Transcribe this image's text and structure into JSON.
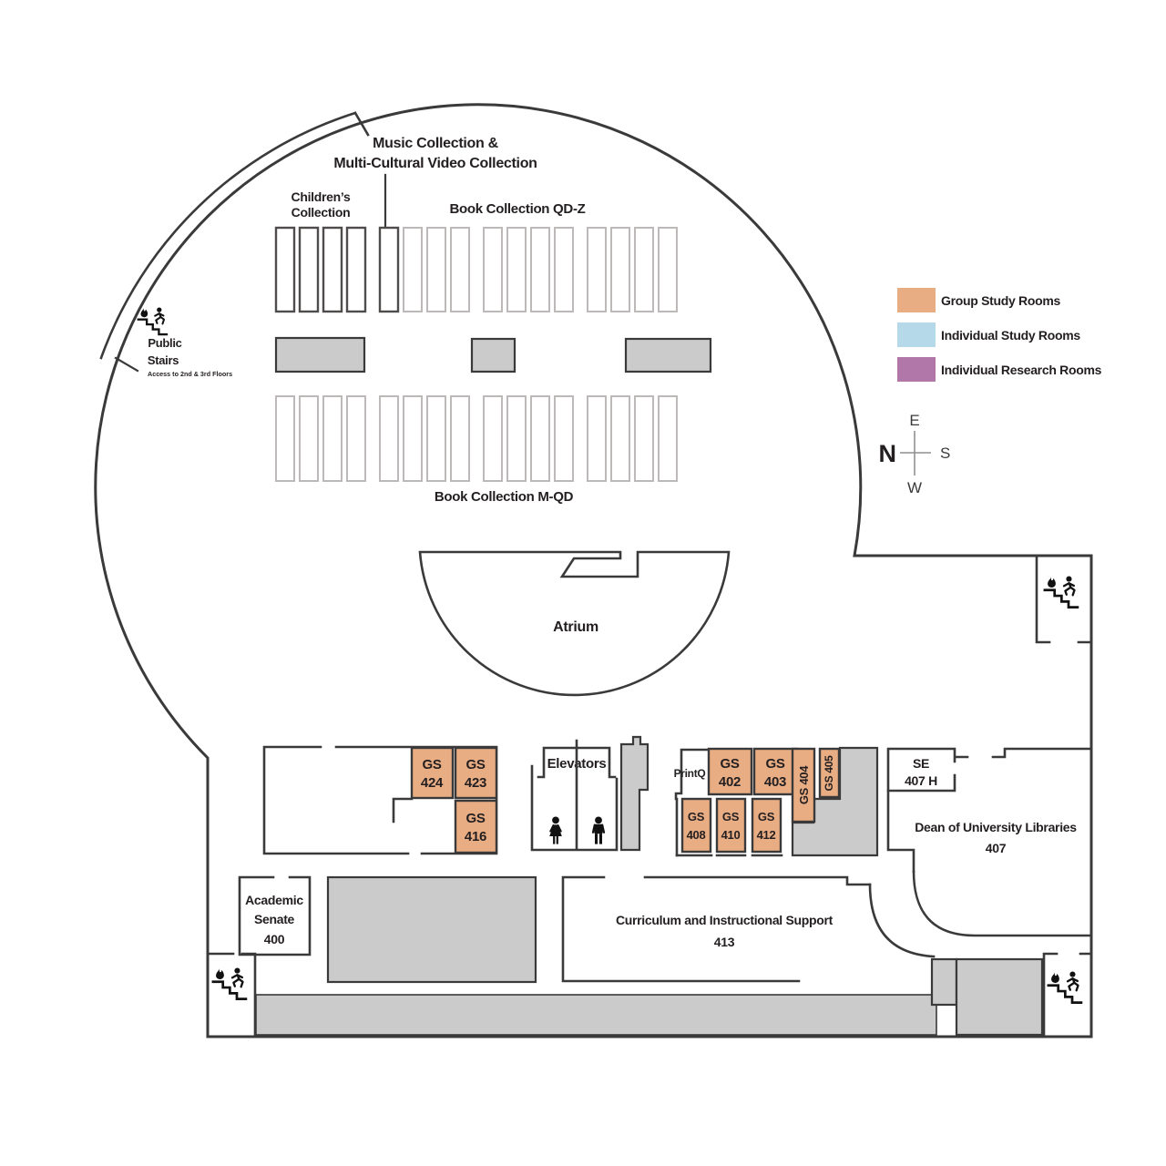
{
  "legend": {
    "items": [
      {
        "label": "Group Study Rooms",
        "color": "#e9ad84"
      },
      {
        "label": "Individual Study Rooms",
        "color": "#b5d9e8"
      },
      {
        "label": "Individual Research Rooms",
        "color": "#b077a8"
      }
    ]
  },
  "compass": {
    "n": "N",
    "e": "E",
    "s": "S",
    "w": "W"
  },
  "colors": {
    "group_study": "#e9ad84",
    "wall": "#3a3a3a",
    "furniture_gray": "#cbcbcb"
  },
  "areas": {
    "music": [
      "Music Collection &",
      "Multi-Cultural Video Collection"
    ],
    "children": [
      "Children’s",
      "Collection"
    ],
    "book_qdz": "Book Collection QD-Z",
    "book_mqd": "Book Collection M-QD",
    "atrium": "Atrium",
    "public_stairs": [
      "Public",
      "Stairs",
      "Access to 2nd & 3rd Floors"
    ],
    "elevators": "Elevators",
    "printq": "PrintQ"
  },
  "rooms": {
    "gs424": [
      "GS",
      "424"
    ],
    "gs423": [
      "GS",
      "423"
    ],
    "gs416": [
      "GS",
      "416"
    ],
    "gs402": [
      "GS",
      "402"
    ],
    "gs403": [
      "GS",
      "403"
    ],
    "gs404": "GS 404",
    "gs405": "GS 405",
    "gs408": [
      "GS",
      "408"
    ],
    "gs410": [
      "GS",
      "410"
    ],
    "gs412": [
      "GS",
      "412"
    ],
    "se407h": [
      "SE",
      "407 H"
    ],
    "dean": [
      "Dean of University Libraries",
      "407"
    ],
    "senate": [
      "Academic",
      "Senate",
      "400"
    ],
    "curriculum": [
      "Curriculum and Instructional Support",
      "413"
    ]
  }
}
